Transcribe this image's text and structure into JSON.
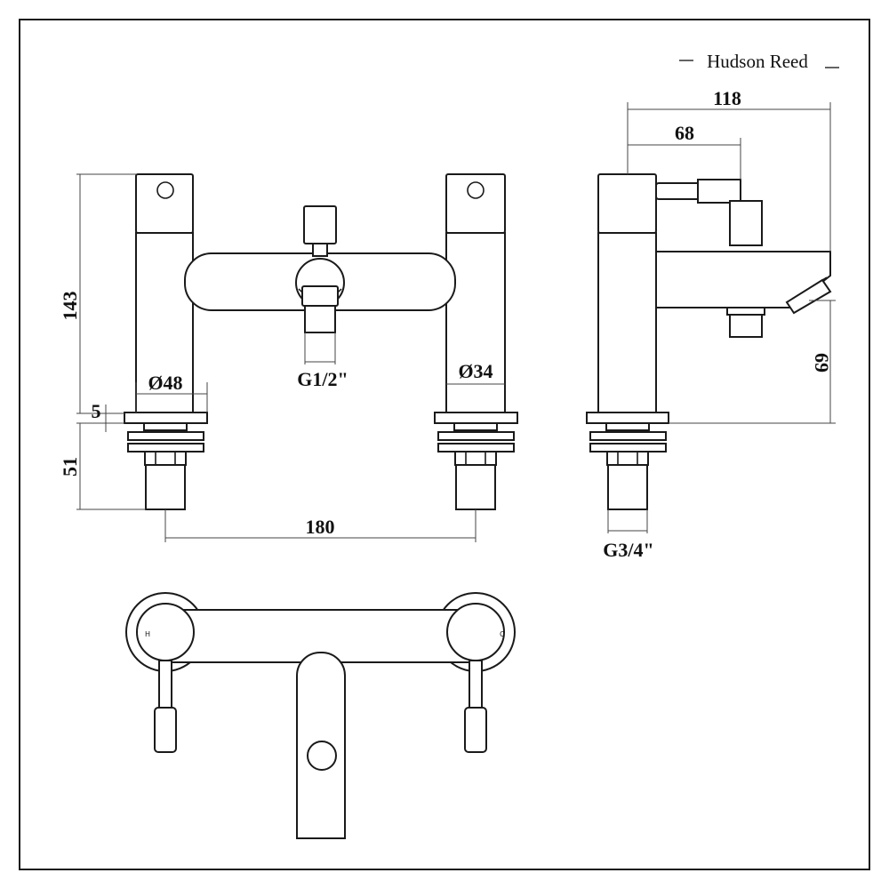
{
  "brand": {
    "name": "Hudson Reed"
  },
  "dimensions": {
    "height_total": "143",
    "width_side": "118",
    "handle_reach": "68",
    "spout_height": "69",
    "base_thickness": "5",
    "tail_length": "51",
    "centres": "180",
    "dia_base": "Ø48",
    "dia_body": "Ø34",
    "outlet_thread": "G1/2\"",
    "inlet_thread": "G3/4\""
  },
  "plan_marks": {
    "hot": "H",
    "cold": "C"
  }
}
